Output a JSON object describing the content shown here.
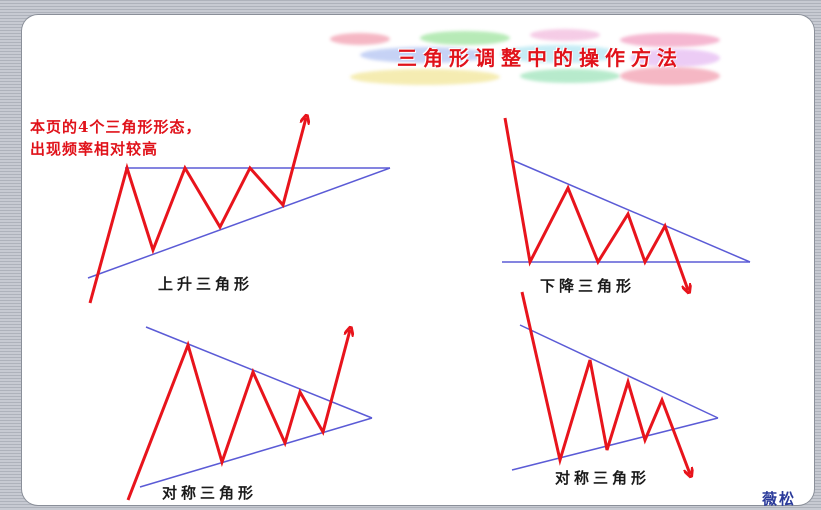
{
  "title": "三角形调整中的操作方法",
  "note_lines": [
    "本页的4个三角形形态，",
    "出现频率相对较高"
  ],
  "patterns": [
    {
      "id": "ascending",
      "label": "上升三角形"
    },
    {
      "id": "descending",
      "label": "下降三角形"
    },
    {
      "id": "symmetric-up",
      "label": "对称三角形"
    },
    {
      "id": "symmetric-down",
      "label": "对称三角形"
    }
  ],
  "signature": "薇松",
  "colors": {
    "price_line": "#e8141c",
    "boundary_line": "#5b5bd6",
    "title": "#e0121a"
  }
}
